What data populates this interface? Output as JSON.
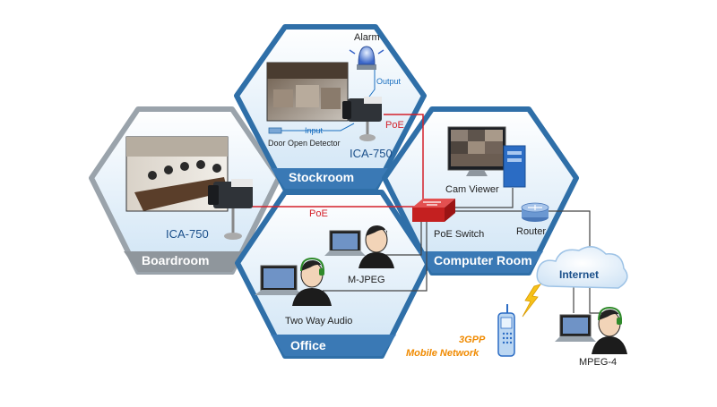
{
  "zones": {
    "stockroom": "Stockroom",
    "boardroom": "Boardroom",
    "office": "Office",
    "computer_room": "Computer Room"
  },
  "labels": {
    "alarm": "Alarm",
    "output": "Output",
    "input": "Input",
    "door_open_detector": "Door Open Detector",
    "camera_stockroom": "ICA-750",
    "camera_boardroom": "ICA-750",
    "poe_stockroom": "PoE",
    "poe_boardroom": "PoE",
    "cam_viewer": "Cam Viewer",
    "poe_switch": "PoE Switch",
    "router": "Router",
    "internet": "Internet",
    "mjpeg": "M-JPEG",
    "two_way_audio": "Two Way Audio",
    "mobile_3gpp": "3GPP",
    "mobile_network": "Mobile Network",
    "mpeg4": "MPEG-4"
  },
  "colors": {
    "hex_fill": "#d6eaf8",
    "hex_border_blue": "#2f6fa8",
    "hex_border_gray": "#9aa3ab",
    "tab_blue": "#3a79b5",
    "tab_gray": "#8f969c",
    "link_red": "#d4202a",
    "link_dark": "#444444",
    "accent_orange": "#f08a00"
  }
}
